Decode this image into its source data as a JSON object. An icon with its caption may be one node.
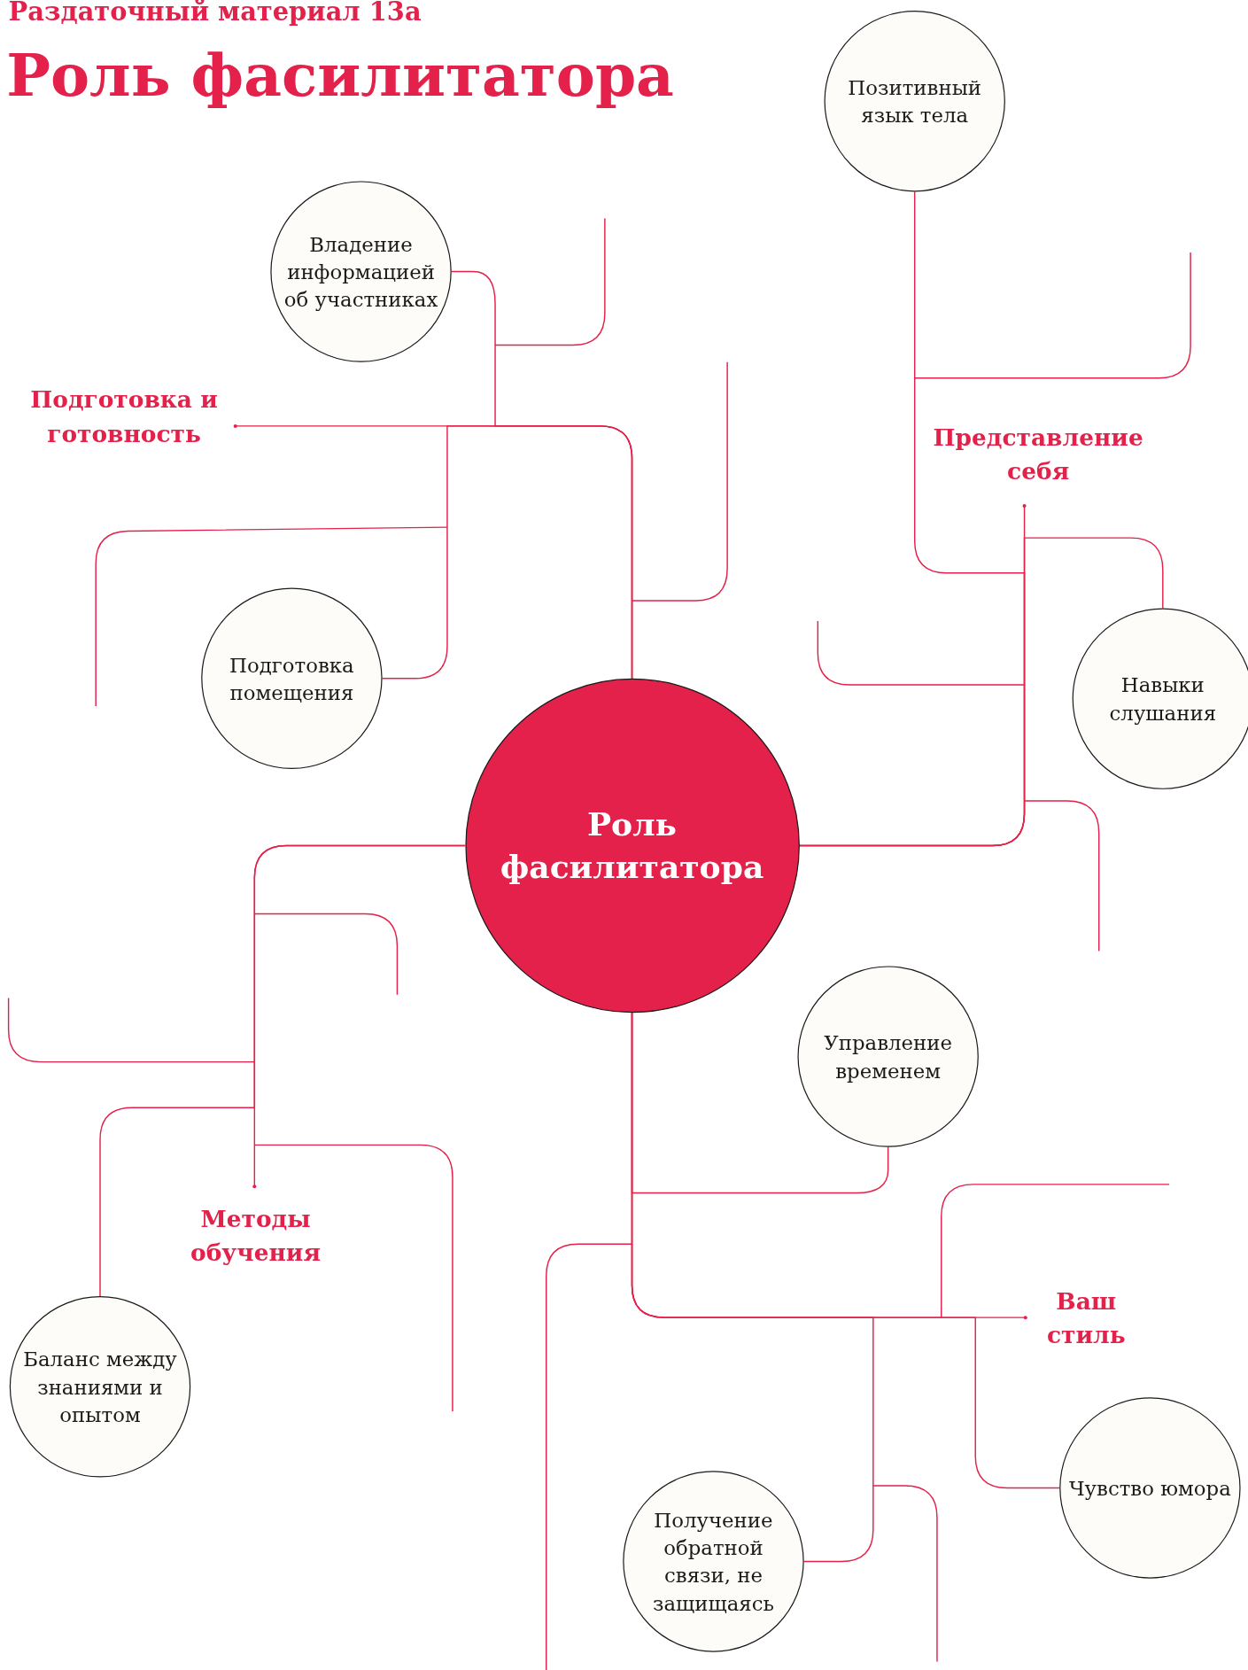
{
  "diagram": {
    "title": "Роль фасилитатора",
    "nodes": [
      {
        "text": [
          "Роль фасилитатора"
        ]
      },
      {
        "text": [
          "Подготовка и готовность"
        ]
      },
      {
        "text": [
          "Владение информацией об участниках"
        ]
      },
      {
        "text": [
          "Подготовка помещения"
        ]
      },
      {
        "text": [
          "Позитивный язык тела"
        ]
      },
      {
        "text": [
          "Представление себя"
        ]
      },
      {
        "text": [
          "Навыки слушания"
        ]
      },
      {
        "text": [
          "Методы обучения"
        ]
      },
      {
        "text": [
          "Баланс между знаниями и опытом"
        ]
      },
      {
        "text": [
          "Управление временем"
        ]
      },
      {
        "text": [
          "Ваш стиль"
        ]
      },
      {
        "text": [
          "Получение обратной связи, не защищаясь"
        ]
      },
      {
        "text": [
          "Чувство юмора"
        ]
      }
    ],
    "edges": [
      {
        "from": 0,
        "to": 1,
        "arrow": "other"
      },
      {
        "from": 0,
        "to": 2,
        "arrow": "none"
      },
      {
        "from": 0,
        "to": 3,
        "arrow": "none"
      },
      {
        "from": 0,
        "to": 5,
        "arrow": "other"
      },
      {
        "from": 0,
        "to": 4,
        "arrow": "none"
      },
      {
        "from": 0,
        "to": 6,
        "arrow": "none"
      },
      {
        "from": 0,
        "to": 7,
        "arrow": "other"
      },
      {
        "from": 0,
        "to": 8,
        "arrow": "none"
      },
      {
        "from": 0,
        "to": 10,
        "arrow": "other"
      },
      {
        "from": 0,
        "to": 9,
        "arrow": "none"
      },
      {
        "from": 0,
        "to": 11,
        "arrow": "none"
      },
      {
        "from": 0,
        "to": 12,
        "arrow": "none"
      }
    ],
    "labels": [
      "Раздаточный материал 13а"
    ]
  }
}
